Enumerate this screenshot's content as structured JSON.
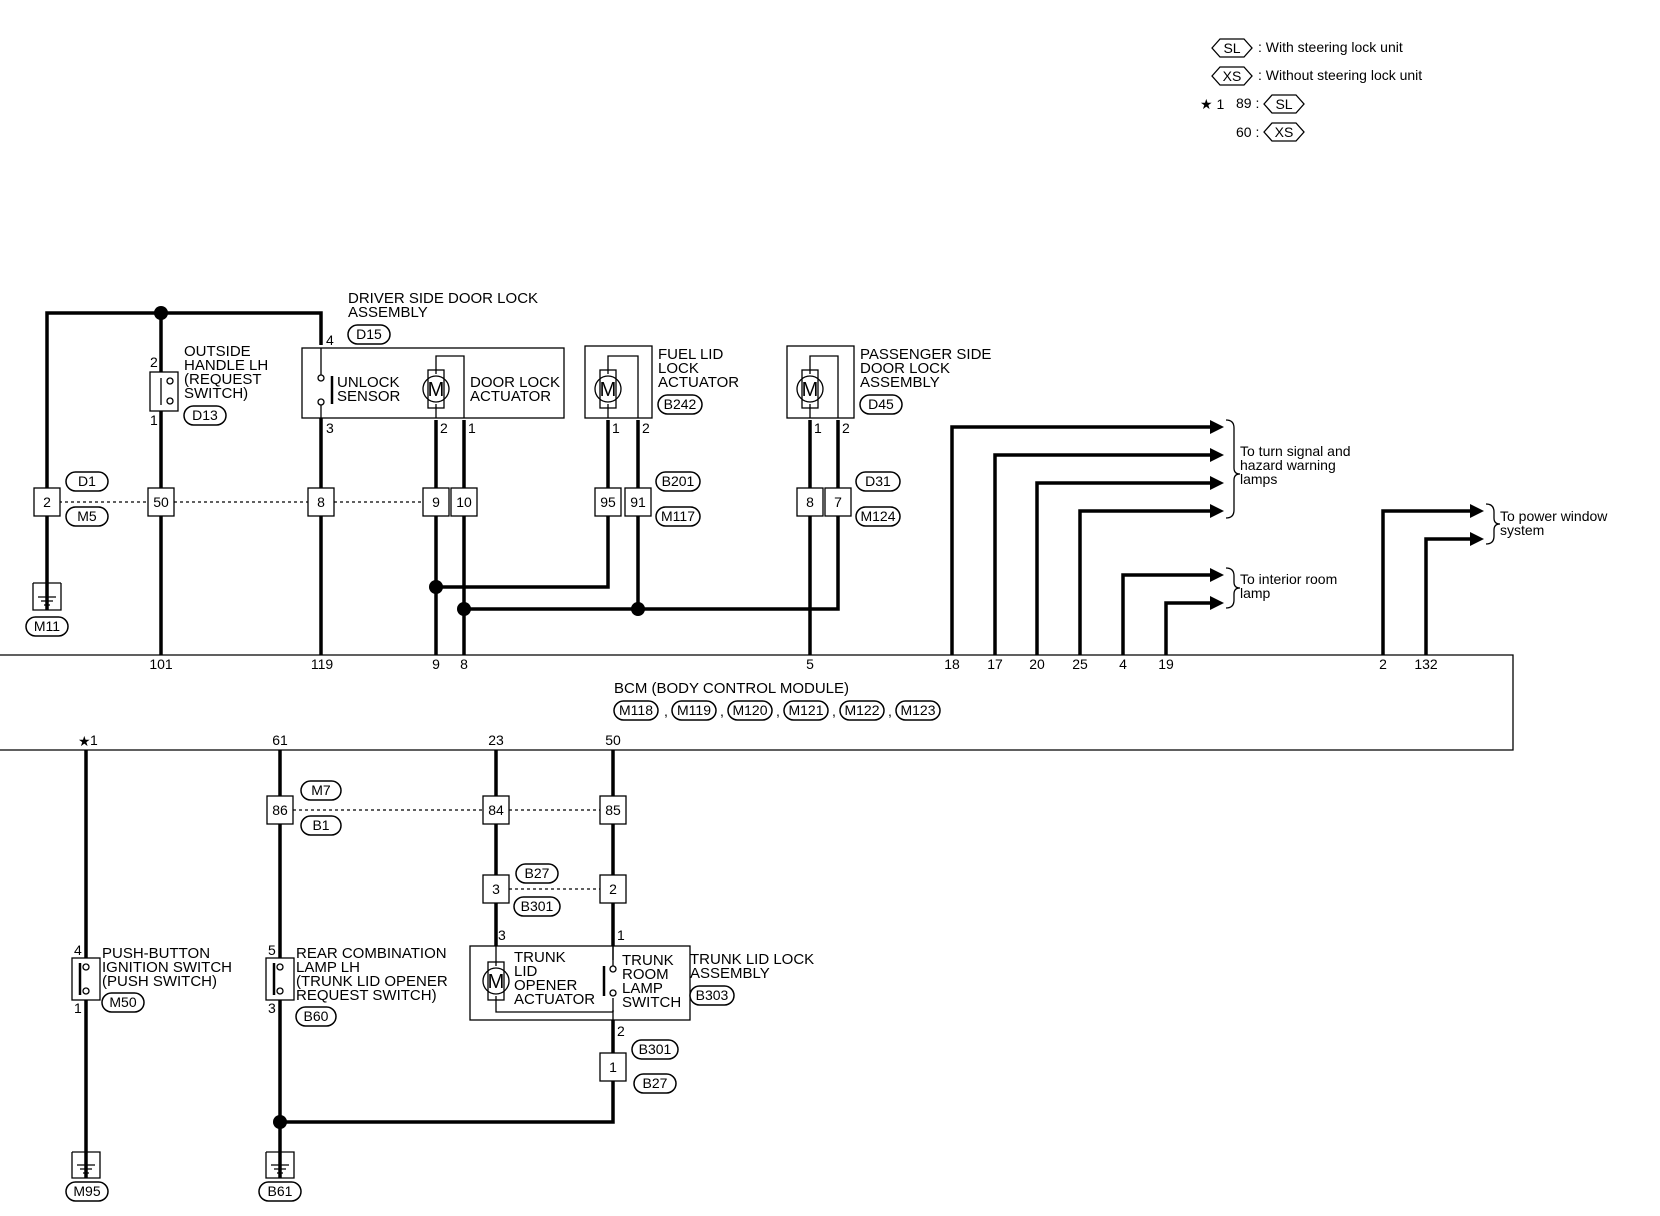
{
  "legend": {
    "sl_code": "SL",
    "sl_text": ": With steering lock unit",
    "xs_code": "XS",
    "xs_text": ": Without steering lock unit",
    "note_mark": "★ 1",
    "note_89": "89 :",
    "note_60": "60 :"
  },
  "components": {
    "driver_door_lock": [
      "DRIVER SIDE DOOR LOCK",
      "ASSEMBLY"
    ],
    "driver_door_lock_conn": "D15",
    "outside_handle": [
      "OUTSIDE",
      "HANDLE LH",
      "(REQUEST",
      " SWITCH)"
    ],
    "outside_handle_conn": "D13",
    "unlock_sensor": [
      "UNLOCK",
      "SENSOR"
    ],
    "door_lock_actuator": [
      "DOOR LOCK",
      "ACTUATOR"
    ],
    "fuel_lid": [
      "FUEL LID",
      "LOCK",
      "ACTUATOR"
    ],
    "fuel_lid_conn": "B242",
    "passenger_door_lock": [
      "PASSENGER SIDE",
      "DOOR LOCK",
      "ASSEMBLY"
    ],
    "passenger_door_lock_conn": "D45",
    "bcm": "BCM (BODY CONTROL MODULE)",
    "bcm_conns": [
      "M118",
      "M119",
      "M120",
      "M121",
      "M122",
      "M123"
    ],
    "push_button": [
      "PUSH-BUTTON",
      "IGNITION SWITCH",
      "(PUSH SWITCH)"
    ],
    "push_button_conn": "M50",
    "rear_combo": [
      "REAR COMBINATION",
      "LAMP LH",
      "(TRUNK LID OPENER",
      " REQUEST SWITCH)"
    ],
    "rear_combo_conn": "B60",
    "trunk_lid_lock": [
      "TRUNK LID LOCK",
      "ASSEMBLY"
    ],
    "trunk_lid_lock_conn": "B303",
    "trunk_opener": [
      "TRUNK",
      "LID",
      "OPENER",
      "ACTUATOR"
    ],
    "trunk_room_lamp": [
      "TRUNK",
      "ROOM",
      "LAMP",
      "SWITCH"
    ]
  },
  "destinations": {
    "turn_signal": [
      "To turn signal and",
      "hazard warning",
      "lamps"
    ],
    "interior_lamp": [
      "To interior room",
      "lamp"
    ],
    "power_window": [
      "To power window",
      "system"
    ]
  },
  "connectors": {
    "D1": "D1",
    "M5": "M5",
    "M11": "M11",
    "B201": "B201",
    "M117": "M117",
    "D31": "D31",
    "M124": "M124",
    "M7": "M7",
    "B1": "B1",
    "B27": "B27",
    "B301": "B301",
    "M95": "M95",
    "B61": "B61"
  },
  "pins": {
    "j_d1_2": "2",
    "j_50": "50",
    "j_8": "8",
    "j_9": "9",
    "j_10": "10",
    "j_95": "95",
    "j_91": "91",
    "j_8b": "8",
    "j_7": "7",
    "oh_2": "2",
    "oh_1": "1",
    "dl_4": "4",
    "dl_3": "3",
    "dl_2": "2",
    "dl_1": "1",
    "fl_1": "1",
    "fl_2": "2",
    "pl_1": "1",
    "pl_2": "2",
    "bcm_top": [
      "101",
      "119",
      "9",
      "8",
      "5",
      "18",
      "17",
      "20",
      "25",
      "4",
      "19",
      "2",
      "132"
    ],
    "bcm_bot_star": "★",
    "bcm_bot_1": "1",
    "bcm_bot_61": "61",
    "bcm_bot_23": "23",
    "bcm_bot_50": "50",
    "j_86": "86",
    "j_84": "84",
    "j_85": "85",
    "j_3": "3",
    "j_2": "2",
    "j_1": "1",
    "pb_4": "4",
    "pb_1": "1",
    "rc_5": "5",
    "rc_3": "3",
    "tl_3": "3",
    "tl_1": "1",
    "tl_2": "2"
  }
}
